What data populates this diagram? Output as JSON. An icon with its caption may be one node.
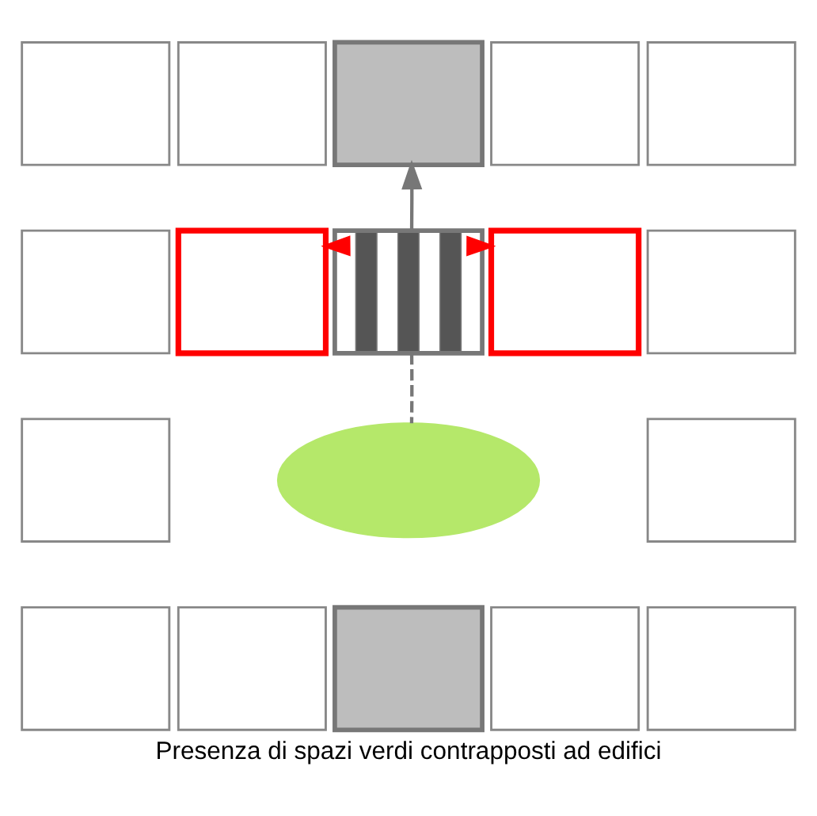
{
  "diagram": {
    "caption": "Presenza di spazi verdi contrapposti ad edifici",
    "nodes": [
      {
        "text": [],
        "shape": "box"
      },
      {
        "text": [],
        "shape": "box"
      },
      {
        "text": [],
        "shape": "box"
      },
      {
        "text": [],
        "shape": "box"
      },
      {
        "text": [],
        "shape": "box"
      },
      {
        "text": [],
        "shape": "box"
      },
      {
        "text": [],
        "shape": "box"
      },
      {
        "text": [],
        "shape": "box"
      },
      {
        "text": [],
        "shape": "box"
      },
      {
        "text": [],
        "shape": "box"
      },
      {
        "text": [],
        "shape": "box"
      },
      {
        "text": [],
        "shape": "ellipse"
      },
      {
        "text": [],
        "shape": "box"
      },
      {
        "text": [],
        "shape": "box"
      },
      {
        "text": [],
        "shape": "box"
      },
      {
        "text": [],
        "shape": "box"
      },
      {
        "text": [],
        "shape": "box"
      },
      {
        "text": [],
        "shape": "box"
      }
    ],
    "edges": [
      {
        "from": 7,
        "to": 2,
        "arrow": "to"
      },
      {
        "from": 7,
        "to": 6,
        "arrow": "to",
        "color": "#ff0000"
      },
      {
        "from": 7,
        "to": 8,
        "arrow": "to",
        "color": "#ff0000"
      },
      {
        "from": 7,
        "to": 11,
        "arrow": "none",
        "style": "dashed"
      }
    ]
  }
}
